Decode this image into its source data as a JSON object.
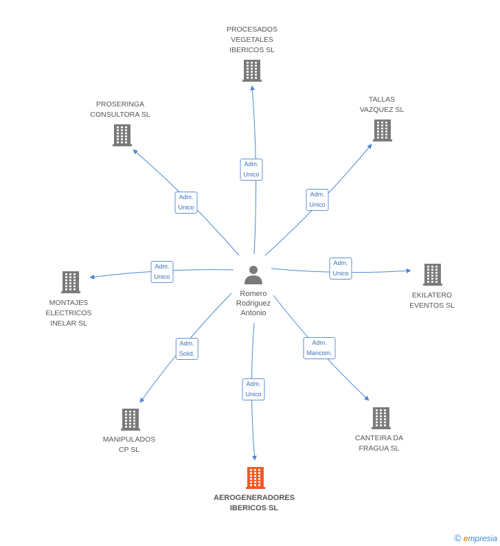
{
  "center": {
    "name": "Romero\nRodriguez\nAntonio"
  },
  "companies": [
    {
      "id": "procesados",
      "name": "PROCESADOS\nVEGETALES\nIBERICOS SL",
      "role": "Adm.\nUnico"
    },
    {
      "id": "proseringa",
      "name": "PROSERINGA\nCONSULTORA SL",
      "role": "Adm.\nUnico"
    },
    {
      "id": "tallas",
      "name": "TALLAS\nVAZQUEZ SL",
      "role": "Adm.\nUnico"
    },
    {
      "id": "montajes",
      "name": "MONTAJES\nELECTRICOS\nINELAR SL",
      "role": "Adm.\nUnico"
    },
    {
      "id": "ekilatero",
      "name": "EKILATERO\nEVENTOS SL",
      "role": "Adm.\nUnico"
    },
    {
      "id": "manipulados",
      "name": "MANIPULADOS\nCP SL",
      "role": "Adm.\nSolid."
    },
    {
      "id": "aerogeneradores",
      "name": "AEROGENERADORES\nIBERICOS SL",
      "role": "Adm.\nUnico",
      "highlight": true
    },
    {
      "id": "canteira",
      "name": "CANTEIRA DA\nFRAGUA SL",
      "role": "Adm.\nMancom."
    }
  ],
  "colors": {
    "edge": "#4a86d6",
    "building": "#7a7a7a",
    "highlight": "#f05a28",
    "person": "#7a7a7a"
  },
  "brand": {
    "copyright": "©",
    "first_letter": "e",
    "rest": "mpresia"
  }
}
